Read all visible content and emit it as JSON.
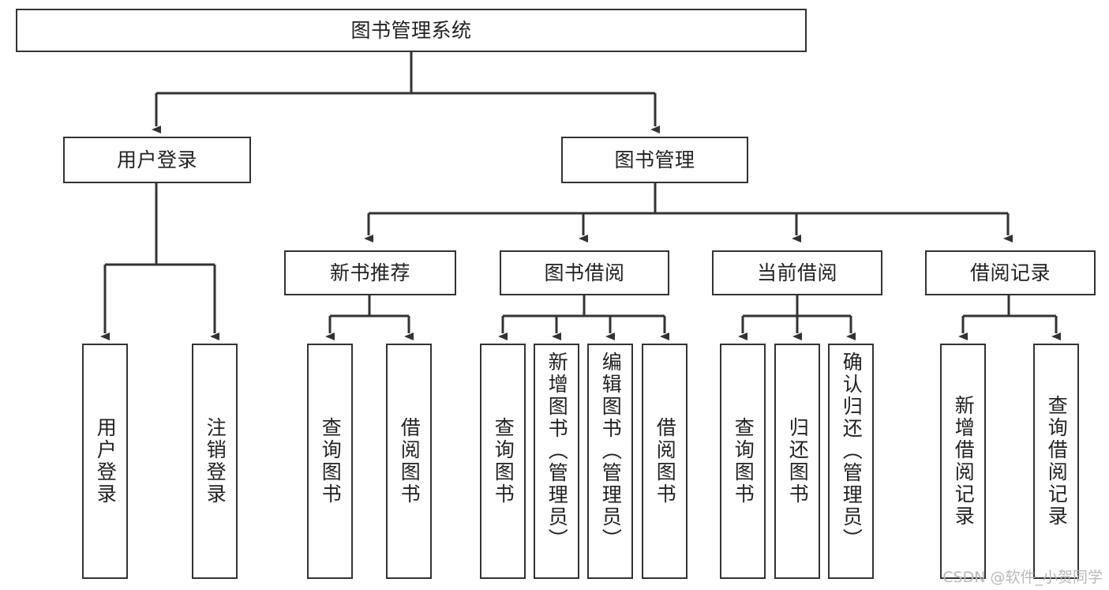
{
  "diagram": {
    "title": "图书管理系统",
    "type": "tree-hierarchy",
    "root": {
      "id": "root",
      "label": "图书管理系统",
      "orientation": "horizontal"
    },
    "level2": [
      {
        "id": "user-login",
        "label": "用户登录",
        "orientation": "horizontal"
      },
      {
        "id": "book-manage",
        "label": "图书管理",
        "orientation": "horizontal"
      }
    ],
    "level3": [
      {
        "id": "new-book-recommend",
        "label": "新书推荐",
        "orientation": "horizontal",
        "parent": "book-manage"
      },
      {
        "id": "book-borrow",
        "label": "图书借阅",
        "orientation": "horizontal",
        "parent": "book-manage"
      },
      {
        "id": "current-borrow",
        "label": "当前借阅",
        "orientation": "horizontal",
        "parent": "book-manage"
      },
      {
        "id": "borrow-record",
        "label": "借阅记录",
        "orientation": "horizontal",
        "parent": "book-manage"
      }
    ],
    "leaves": [
      {
        "id": "leaf-user-login",
        "label": "用户登录",
        "orientation": "vertical",
        "parent": "user-login"
      },
      {
        "id": "leaf-logout",
        "label": "注销登录",
        "orientation": "vertical",
        "parent": "user-login"
      },
      {
        "id": "leaf-query-book-1",
        "label": "查询图书",
        "orientation": "vertical",
        "parent": "new-book-recommend"
      },
      {
        "id": "leaf-borrow-book-1",
        "label": "借阅图书",
        "orientation": "vertical",
        "parent": "new-book-recommend"
      },
      {
        "id": "leaf-query-book-2",
        "label": "查询图书",
        "orientation": "vertical",
        "parent": "book-borrow"
      },
      {
        "id": "leaf-add-book",
        "label": "新增图书（管理员）",
        "orientation": "vertical",
        "parent": "book-borrow"
      },
      {
        "id": "leaf-edit-book",
        "label": "编辑图书（管理员）",
        "orientation": "vertical",
        "parent": "book-borrow"
      },
      {
        "id": "leaf-borrow-book-2",
        "label": "借阅图书",
        "orientation": "vertical",
        "parent": "book-borrow"
      },
      {
        "id": "leaf-query-book-3",
        "label": "查询图书",
        "orientation": "vertical",
        "parent": "current-borrow"
      },
      {
        "id": "leaf-return-book",
        "label": "归还图书",
        "orientation": "vertical",
        "parent": "current-borrow"
      },
      {
        "id": "leaf-confirm-return",
        "label": "确认归还（管理员）",
        "orientation": "vertical",
        "parent": "current-borrow"
      },
      {
        "id": "leaf-add-record",
        "label": "新增借阅记录",
        "orientation": "vertical",
        "parent": "borrow-record"
      },
      {
        "id": "leaf-query-record",
        "label": "查询借阅记录",
        "orientation": "vertical",
        "parent": "borrow-record"
      }
    ]
  },
  "watermark": {
    "text": "CSDN @软件_小贺同学"
  },
  "colors": {
    "stroke": "#333333",
    "box_fill": "#ffffff",
    "text": "#222222",
    "watermark": "#b9b9b9",
    "background": "#ffffff"
  }
}
